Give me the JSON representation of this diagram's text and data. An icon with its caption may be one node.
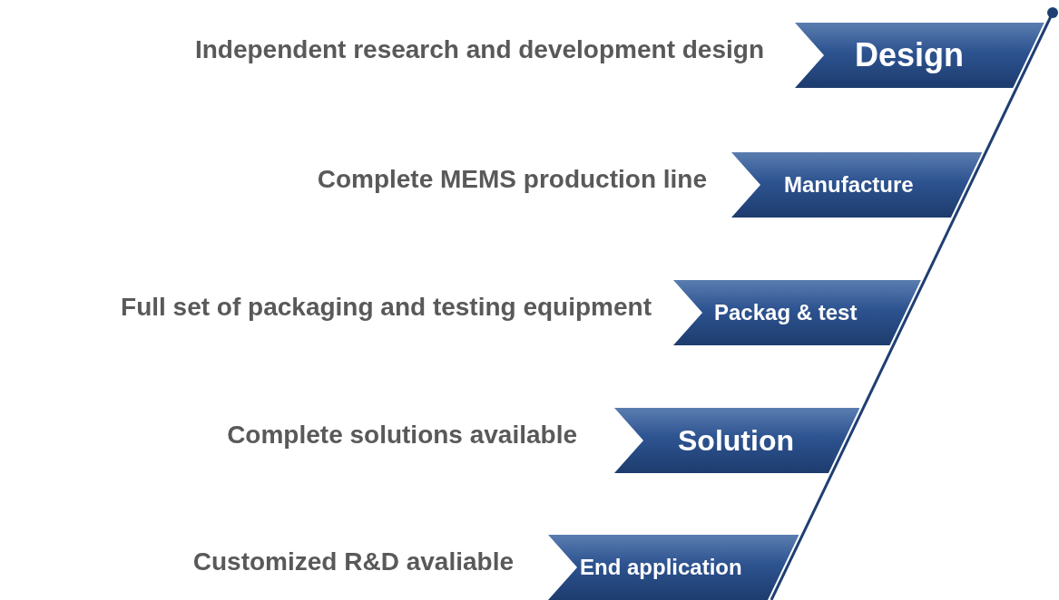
{
  "diagram": {
    "nodes": [
      {
        "text": [
          "Design"
        ],
        "beside": [
          "Independent research and development design"
        ]
      },
      {
        "text": [
          "Manufacture"
        ],
        "beside": [
          "Complete MEMS production line"
        ]
      },
      {
        "text": [
          "Packag & test"
        ],
        "beside": [
          "Full set of packaging and testing equipment"
        ]
      },
      {
        "text": [
          "Solution"
        ],
        "beside": [
          "Complete solutions available"
        ]
      },
      {
        "text": [
          "End application"
        ],
        "beside": [
          "Customized R&D avaliable"
        ]
      }
    ]
  }
}
